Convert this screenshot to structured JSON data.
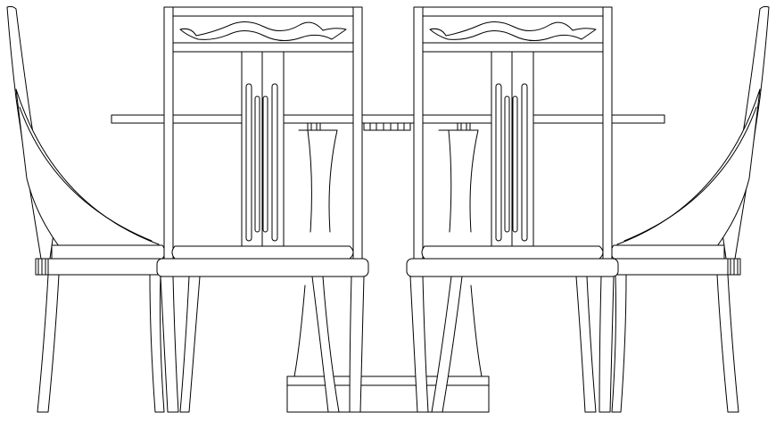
{
  "drawing": {
    "background": "#ffffff",
    "line_color": "#000000",
    "objects": [
      "dining-table",
      "side-chair-left",
      "side-chair-right",
      "front-chair-left",
      "front-chair-right"
    ]
  }
}
